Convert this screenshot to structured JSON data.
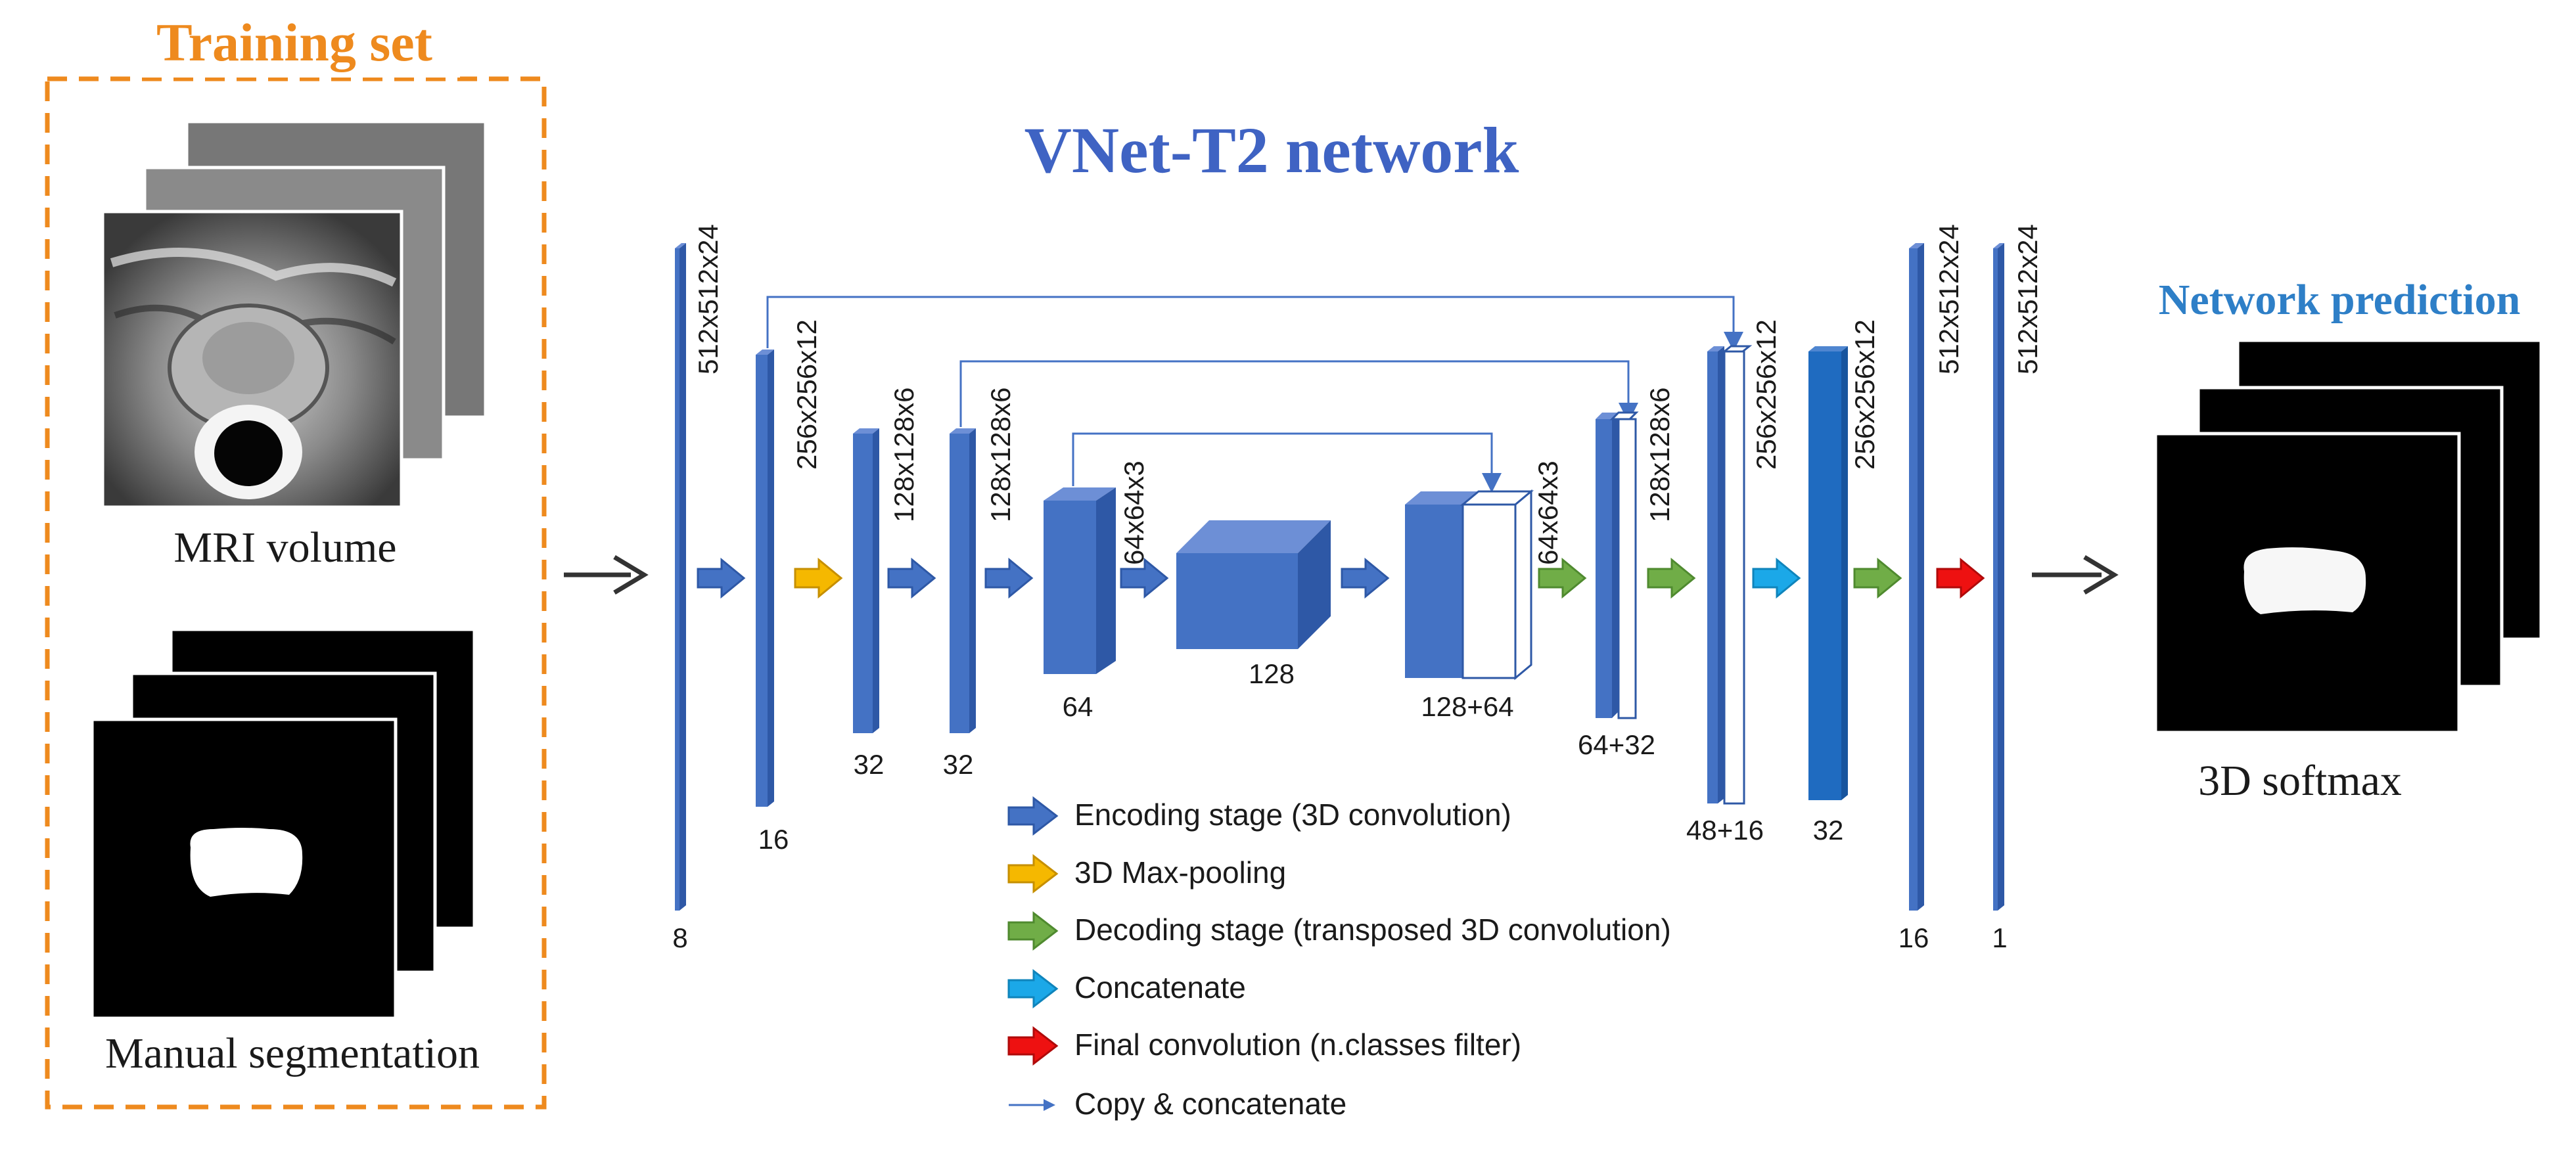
{
  "training_set": {
    "title": "Training set",
    "mri_caption": "MRI volume",
    "seg_caption": "Manual segmentation"
  },
  "network": {
    "title": "VNet-T2 network",
    "prediction_title": "Network prediction",
    "prediction_caption": "3D softmax"
  },
  "layers": [
    {
      "id": "enc-8",
      "dims": "512x512x24",
      "channels": "8"
    },
    {
      "id": "enc-16",
      "dims": "256x256x12",
      "channels": "16"
    },
    {
      "id": "enc-32a",
      "dims": "128x128x6",
      "channels": "32"
    },
    {
      "id": "enc-32b",
      "dims": "128x128x6",
      "channels": "32"
    },
    {
      "id": "enc-64",
      "dims": "64x64x3",
      "channels": "64"
    },
    {
      "id": "bottleneck-128",
      "dims": "",
      "channels": "128"
    },
    {
      "id": "dec-128-64",
      "dims": "64x64x3",
      "channels": "128+64"
    },
    {
      "id": "dec-64-32",
      "dims": "128x128x6",
      "channels": "64+32"
    },
    {
      "id": "dec-48-16",
      "dims": "256x256x12",
      "channels": "48+16"
    },
    {
      "id": "dec-32",
      "dims": "256x256x12",
      "channels": "32"
    },
    {
      "id": "dec-16",
      "dims": "512x512x24",
      "channels": "16"
    },
    {
      "id": "out-1",
      "dims": "512x512x24",
      "channels": "1"
    }
  ],
  "legend": [
    {
      "label": "Encoding stage (3D convolution)",
      "color": "#4472c4",
      "icon": "arrow-block-icon"
    },
    {
      "label": "3D Max-pooling",
      "color": "#f5b800",
      "icon": "arrow-block-icon"
    },
    {
      "label": "Decoding stage (transposed 3D convolution)",
      "color": "#70ad47",
      "icon": "arrow-block-icon"
    },
    {
      "label": "Concatenate",
      "color": "#1ba8e8",
      "icon": "arrow-block-icon"
    },
    {
      "label": "Final convolution (n.classes filter)",
      "color": "#ee1111",
      "icon": "arrow-block-icon"
    },
    {
      "label": "Copy & concatenate",
      "color": "#4472c4",
      "icon": "arrow-line-icon"
    }
  ],
  "colors": {
    "training_accent": "#ee8a1e",
    "title_blue": "#3f63c3",
    "prediction_blue": "#2e7fc7",
    "layer_blue": "#4472c4",
    "layer_blue_dark": "#2e58a6",
    "layer_blue_light": "#6d8fd6",
    "dec32_blue": "#1f6bc0"
  }
}
